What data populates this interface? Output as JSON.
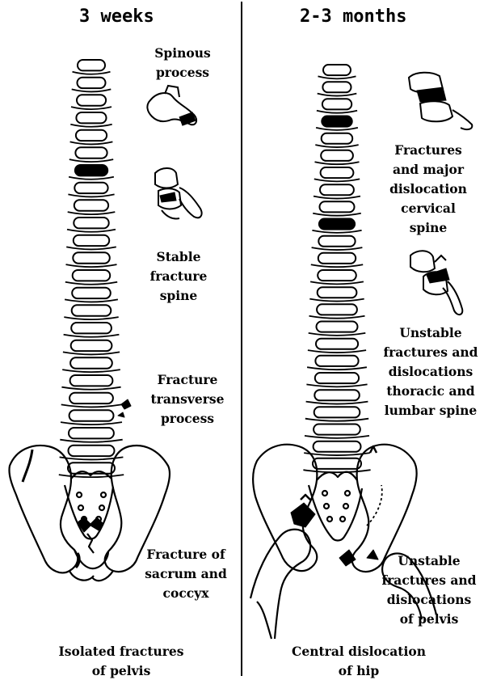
{
  "columns": [
    {
      "heading": "3 weeks",
      "labels": {
        "spinous": [
          "Spinous",
          "process"
        ],
        "stable": [
          "Stable",
          "fracture",
          "spine"
        ],
        "transverse": [
          "Fracture",
          "transverse",
          "process"
        ],
        "sacrum": [
          "Fracture of",
          "sacrum and",
          "coccyx"
        ]
      },
      "caption": [
        "Isolated fractures",
        "of pelvis"
      ]
    },
    {
      "heading": "2-3 months",
      "labels": {
        "cervical": [
          "Fractures",
          "and major",
          "dislocation",
          "cervical",
          "spine"
        ],
        "thoracic": [
          "Unstable",
          "fractures and",
          "dislocations",
          "thoracic and",
          "lumbar spine"
        ],
        "pelvis": [
          "Unstable",
          "fractures and",
          "dislocations",
          "of pelvis"
        ]
      },
      "caption": [
        "Central dislocation",
        "of hip"
      ]
    }
  ],
  "colors": {
    "ink": "#000000",
    "paper": "#ffffff"
  }
}
